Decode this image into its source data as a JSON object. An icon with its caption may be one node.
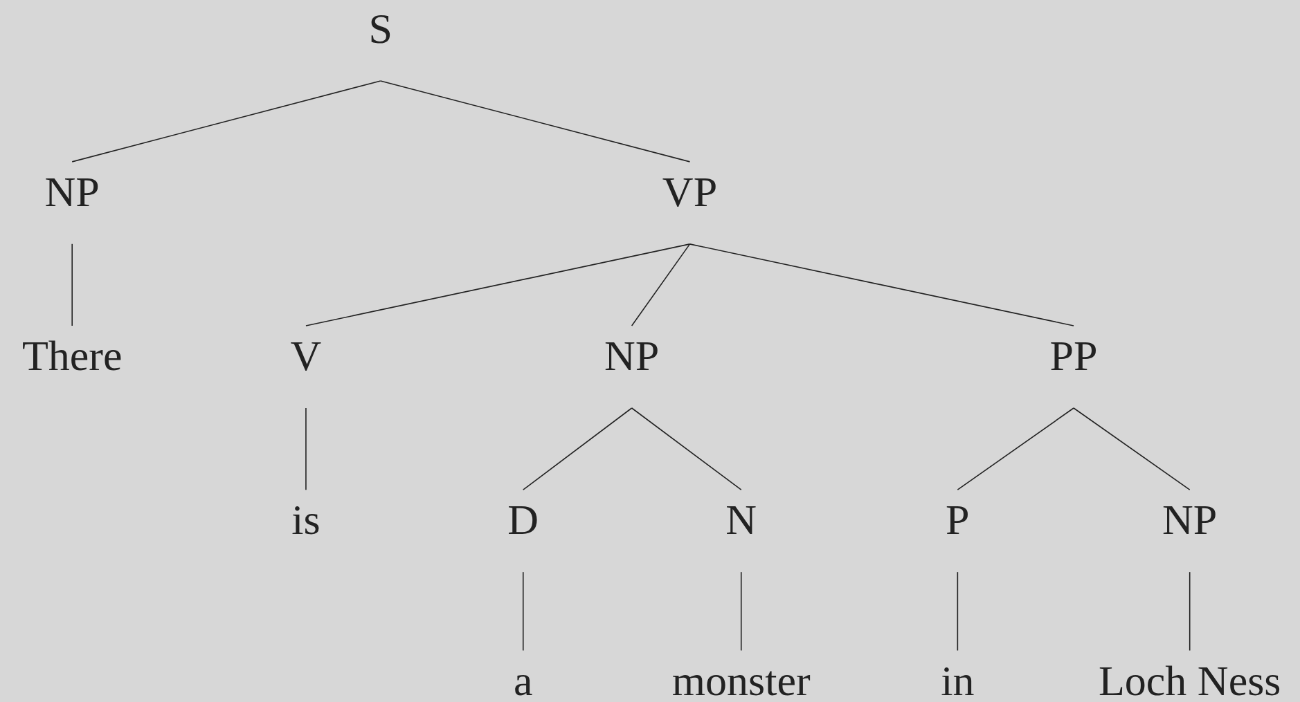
{
  "diagram": {
    "nodes": [
      {
        "text": [
          "S"
        ]
      },
      {
        "text": [
          "NP"
        ]
      },
      {
        "text": [
          "VP"
        ]
      },
      {
        "text": [
          "There"
        ]
      },
      {
        "text": [
          "V"
        ]
      },
      {
        "text": [
          "NP"
        ]
      },
      {
        "text": [
          "PP"
        ]
      },
      {
        "text": [
          "is"
        ]
      },
      {
        "text": [
          "D"
        ]
      },
      {
        "text": [
          "N"
        ]
      },
      {
        "text": [
          "P"
        ]
      },
      {
        "text": [
          "NP"
        ]
      },
      {
        "text": [
          "a"
        ]
      },
      {
        "text": [
          "monster"
        ]
      },
      {
        "text": [
          "in"
        ]
      },
      {
        "text": [
          "Loch Ness"
        ]
      }
    ],
    "edges": [
      {
        "from": 0,
        "to": 1,
        "arrow": "none"
      },
      {
        "from": 0,
        "to": 2,
        "arrow": "none"
      },
      {
        "from": 1,
        "to": 3,
        "arrow": "none"
      },
      {
        "from": 2,
        "to": 4,
        "arrow": "none"
      },
      {
        "from": 2,
        "to": 5,
        "arrow": "none"
      },
      {
        "from": 2,
        "to": 6,
        "arrow": "none"
      },
      {
        "from": 4,
        "to": 7,
        "arrow": "none"
      },
      {
        "from": 5,
        "to": 8,
        "arrow": "none"
      },
      {
        "from": 5,
        "to": 9,
        "arrow": "none"
      },
      {
        "from": 6,
        "to": 10,
        "arrow": "none"
      },
      {
        "from": 6,
        "to": 11,
        "arrow": "none"
      },
      {
        "from": 10,
        "to": 14,
        "arrow": "none"
      },
      {
        "from": 11,
        "to": 15,
        "arrow": "none"
      },
      {
        "from": 8,
        "to": 12,
        "arrow": "none"
      },
      {
        "from": 9,
        "to": 13,
        "arrow": "none"
      }
    ]
  }
}
